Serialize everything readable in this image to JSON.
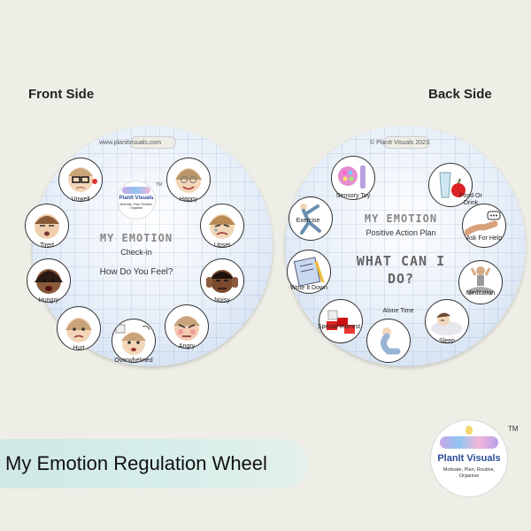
{
  "front_label": "Front Side",
  "back_label": "Back Side",
  "front": {
    "url": "www.planitvisuals.com",
    "brand": "PlanIt Visuals",
    "brand_tag": "Motivate, Plan, Routine, Organise",
    "tm": "TM",
    "title": "MY EMOTION",
    "subtitle": "Check-in",
    "question": "How Do You Feel?",
    "items": [
      "Unwell",
      "Happy",
      "Tired",
      "Upset",
      "Hungry",
      "Noisy",
      "Hurt",
      "Overwhelmed",
      "Angry"
    ]
  },
  "back": {
    "copyright": "© PlanIt Visuals 2023.",
    "title": "MY EMOTION",
    "subtitle": "Positive Action Plan",
    "question_1": "WHAT CAN I",
    "question_2": "DO?",
    "items": [
      "Sensory Toy",
      "Food Or Drink",
      "Exercise",
      "Ask For Help",
      "Write It Down",
      "Meditation",
      "Special Interest",
      "Alone Time",
      "Sleep"
    ]
  },
  "bottom_title": "My Emotion Regulation Wheel",
  "logo": {
    "brand": "PlanIt Visuals",
    "tagline": "Motivate, Plan, Routine, Organise",
    "tm": "TM"
  }
}
